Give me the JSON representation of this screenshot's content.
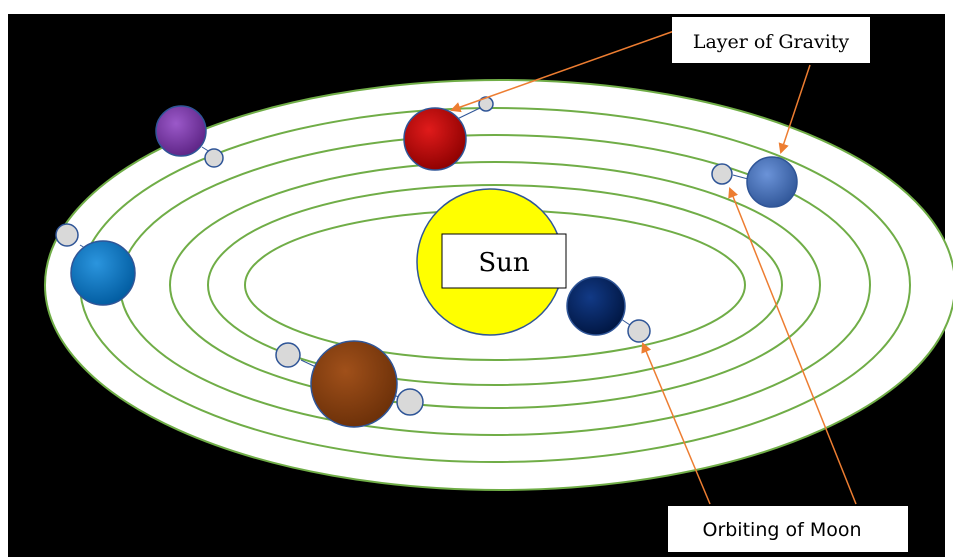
{
  "labels": {
    "sun": "Sun",
    "gravity": "Layer of Gravity",
    "moon": "Orbiting of Moon"
  },
  "colors": {
    "background": "#000000",
    "plane": "#ffffff",
    "orbit_line": "#70ad47",
    "sun": "#ffff00",
    "arrow": "#ed7d31",
    "moon_fill": "#d9d9d9",
    "moon_stroke": "#2f5597",
    "planet_purple": "#7030a0",
    "planet_red": "#c00000",
    "planet_blue_small": "#4472c4",
    "planet_blue": "#0070c0",
    "planet_brown": "#843c0c",
    "planet_navy": "#002060"
  }
}
